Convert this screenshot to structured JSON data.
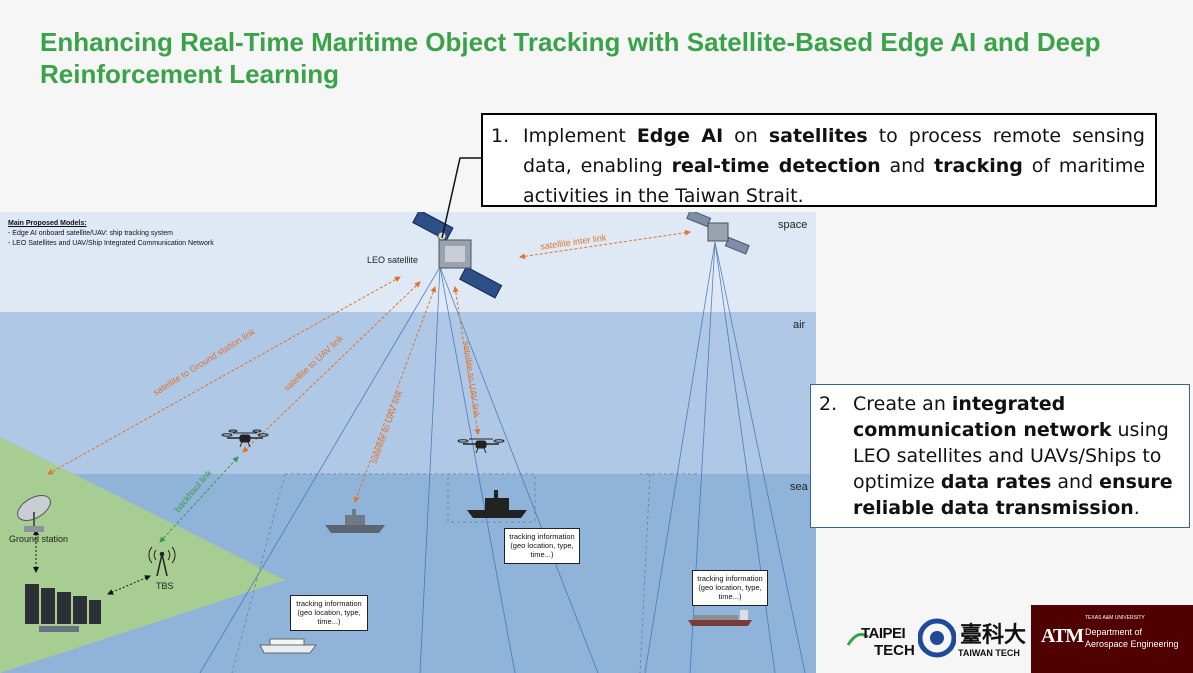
{
  "title": "Enhancing Real-Time Maritime Object Tracking with Satellite-Based Edge AI and Deep Reinforcement Learning",
  "callout1": {
    "number": "1.",
    "parts": [
      {
        "t": "Implement ",
        "b": false
      },
      {
        "t": "Edge AI",
        "b": true
      },
      {
        "t": " on ",
        "b": false
      },
      {
        "t": "satellites",
        "b": true
      },
      {
        "t": " to process remote sensing data, enabling ",
        "b": false
      },
      {
        "t": "real-time detection",
        "b": true
      },
      {
        "t": " and ",
        "b": false
      },
      {
        "t": "tracking",
        "b": true
      },
      {
        "t": " of maritime activities in the Taiwan Strait.",
        "b": false
      }
    ]
  },
  "callout2": {
    "number": "2.",
    "parts": [
      {
        "t": "Create an ",
        "b": false
      },
      {
        "t": "integrated communication network",
        "b": true
      },
      {
        "t": " using LEO satellites and UAVs/Ships to optimize ",
        "b": false
      },
      {
        "t": "data rates",
        "b": true
      },
      {
        "t": " and ",
        "b": false
      },
      {
        "t": "ensure reliable data transmission",
        "b": true
      },
      {
        "t": ".",
        "b": false
      }
    ]
  },
  "diagram": {
    "notes_heading": "Main Proposed Models:",
    "notes": [
      "-  Edge AI onboard satellite/UAV: ship tracking system",
      "-  LEO Satellites and UAV/Ship Integrated Communication Network"
    ],
    "zones": {
      "space": "space",
      "air": "air",
      "sea": "sea"
    },
    "leo_label": "LEO satellite",
    "ground_station_label": "Ground station",
    "tbs_label": "TBS",
    "links": {
      "inter": "satellite inter link",
      "ground": "satellite to Ground station link",
      "uav1": "satellite to UAV link",
      "uav2": "satellite to UAV link",
      "uav3": "satellite to UAV link",
      "backhaul": "backhaul link"
    },
    "tips": [
      [
        "tracking information",
        "(geo location, type,",
        "time...)"
      ],
      [
        "tracking information",
        "(geo location, type,",
        "time...)"
      ],
      [
        "tracking information",
        "(geo location, type,",
        "time...)"
      ]
    ]
  },
  "logos": {
    "taipei_tech_1": "TAIPEI",
    "taipei_tech_2": "TECH",
    "taiwan_tech_cn": "臺科大",
    "taiwan_tech_en": "TAIWAN TECH",
    "tamu_small": "TEXAS A&M UNIVERSITY",
    "tamu_dept_1": "Department of",
    "tamu_dept_2": "Aerospace Engineering",
    "tamu_mark": "ATM"
  },
  "colors": {
    "title": "#3aa34a",
    "link_orange": "#e0742a",
    "link_green": "#3e9a45",
    "space_band": "#dfe9f5",
    "air_band": "#aec8e6",
    "sea_band": "#8fb3d9",
    "ground": "#a9cf8e",
    "tamu_maroon": "#500000"
  }
}
